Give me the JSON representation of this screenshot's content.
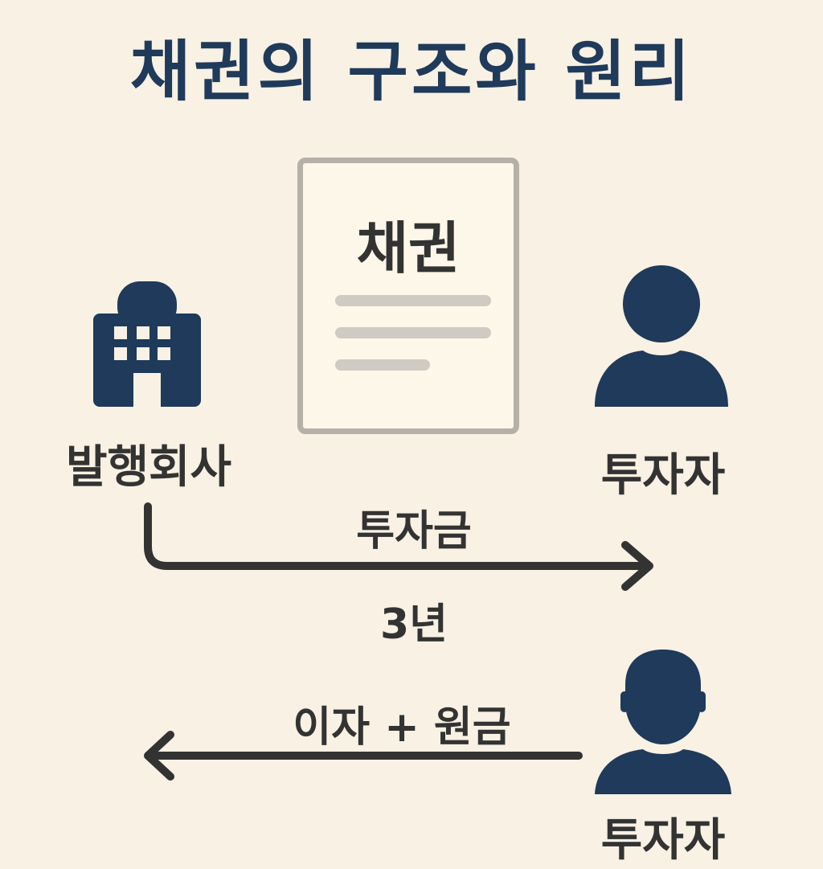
{
  "title": "채권의 구조와 원리",
  "document": {
    "label": "채권"
  },
  "nodes": {
    "issuer": {
      "label": "발행회사",
      "icon": "building-icon"
    },
    "investor_top": {
      "label": "투자자",
      "icon": "person-icon"
    },
    "investor_bottom": {
      "label": "투자자",
      "icon": "person-icon"
    }
  },
  "flows": {
    "investment": {
      "label": "투자금"
    },
    "term": {
      "label": "3년"
    },
    "repayment": {
      "label": "이자 + 원금"
    }
  },
  "colors": {
    "background": "#f8f1e4",
    "title": "#1f3a5a",
    "icon": "#1f3a5a",
    "text": "#333333",
    "document_border": "#b5b1a8",
    "document_line": "#cfcbc2",
    "arrow": "#333333"
  }
}
